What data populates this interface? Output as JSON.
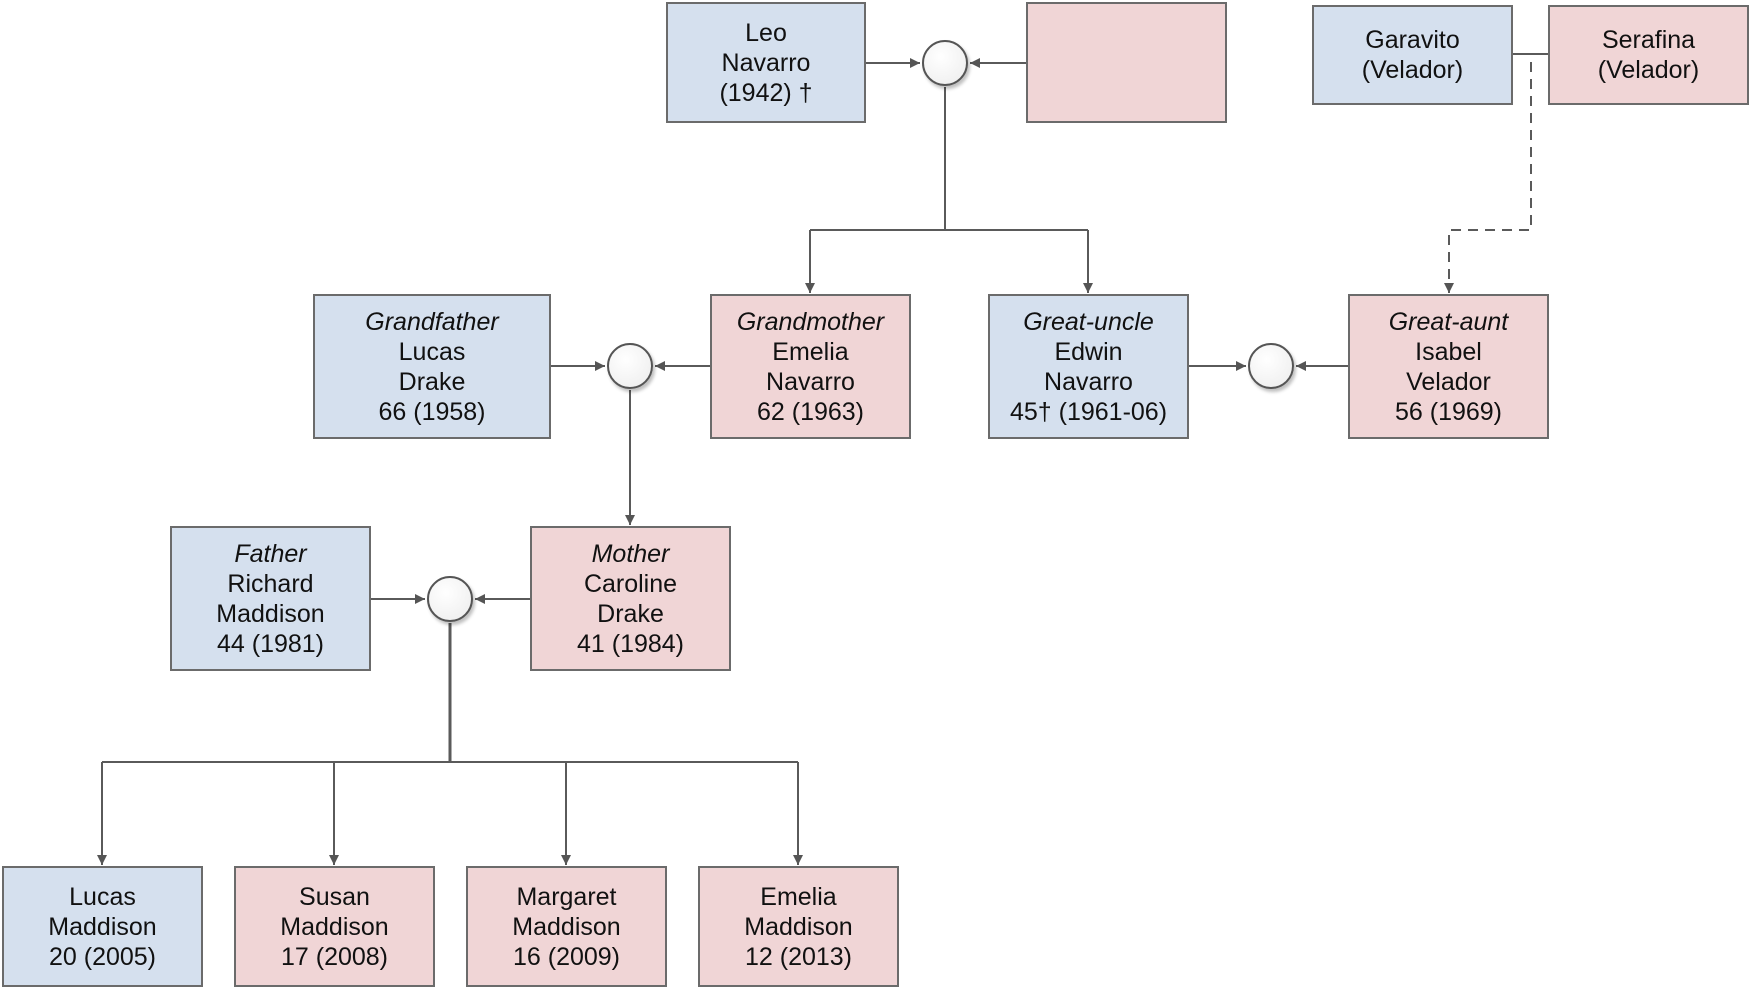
{
  "diagram": {
    "type": "family-tree",
    "colors": {
      "male": "#d5e0ee",
      "female": "#f0d5d6",
      "line": "#5a5a5a",
      "border": "#6b6b6b"
    },
    "people": {
      "leo": {
        "gender": "male",
        "role": "",
        "lines": [
          "Leo",
          "Navarro",
          "(1942) †"
        ]
      },
      "unknown_spouse": {
        "gender": "female",
        "role": "",
        "lines": []
      },
      "garavito": {
        "gender": "male",
        "role": "",
        "lines": [
          "Garavito",
          "(Velador)"
        ]
      },
      "serafina": {
        "gender": "female",
        "role": "",
        "lines": [
          "Serafina",
          "(Velador)"
        ]
      },
      "grandfather": {
        "gender": "male",
        "role": "Grandfather",
        "lines": [
          "Lucas",
          "Drake",
          "66 (1958)"
        ]
      },
      "grandmother": {
        "gender": "female",
        "role": "Grandmother",
        "lines": [
          "Emelia",
          "Navarro",
          "62 (1963)"
        ]
      },
      "great_uncle": {
        "gender": "male",
        "role": "Great-uncle",
        "lines": [
          "Edwin",
          "Navarro",
          "45† (1961-06)"
        ]
      },
      "great_aunt": {
        "gender": "female",
        "role": "Great-aunt",
        "lines": [
          "Isabel",
          "Velador",
          "56 (1969)"
        ]
      },
      "father": {
        "gender": "male",
        "role": "Father",
        "lines": [
          "Richard",
          "Maddison",
          "44 (1981)"
        ]
      },
      "mother": {
        "gender": "female",
        "role": "Mother",
        "lines": [
          "Caroline",
          "Drake",
          "41 (1984)"
        ]
      },
      "child_lucas": {
        "gender": "male",
        "role": "",
        "lines": [
          "Lucas",
          "Maddison",
          "20 (2005)"
        ]
      },
      "child_susan": {
        "gender": "female",
        "role": "",
        "lines": [
          "Susan",
          "Maddison",
          "17 (2008)"
        ]
      },
      "child_margaret": {
        "gender": "female",
        "role": "",
        "lines": [
          "Margaret",
          "Maddison",
          "16 (2009)"
        ]
      },
      "child_emelia": {
        "gender": "female",
        "role": "",
        "lines": [
          "Emelia",
          "Maddison",
          "12 (2013)"
        ]
      }
    },
    "unions": [
      {
        "id": "u_leo",
        "partners": [
          "leo",
          "unknown_spouse"
        ],
        "children": [
          "grandmother",
          "great_uncle"
        ]
      },
      {
        "id": "u_velador",
        "partners": [
          "garavito",
          "serafina"
        ],
        "children": [
          "great_aunt"
        ],
        "link": "dashed"
      },
      {
        "id": "u_drake",
        "partners": [
          "grandfather",
          "grandmother"
        ],
        "children": [
          "mother"
        ]
      },
      {
        "id": "u_edwin",
        "partners": [
          "great_uncle",
          "great_aunt"
        ],
        "children": []
      },
      {
        "id": "u_maddison",
        "partners": [
          "father",
          "mother"
        ],
        "children": [
          "child_lucas",
          "child_susan",
          "child_margaret",
          "child_emelia"
        ]
      }
    ]
  }
}
